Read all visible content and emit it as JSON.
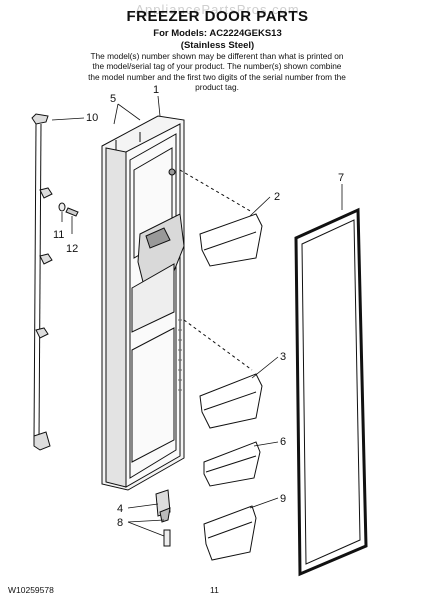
{
  "header": {
    "watermark": "AppliancePartsPros.com",
    "title": "FREEZER DOOR PARTS",
    "models": "For Models: AC2224GEKS13",
    "finish": "(Stainless Steel)",
    "note": "The model(s) number shown may be different than what is printed on the model/serial tag of your product. The number(s) shown combine the model number and the first two digits of the serial number from the product tag."
  },
  "callouts": {
    "c1": "1",
    "c2": "2",
    "c3": "3",
    "c4": "4",
    "c5": "5",
    "c6": "6",
    "c7": "7",
    "c8": "8",
    "c9": "9",
    "c10": "10",
    "c11": "11",
    "c12": "12"
  },
  "footer": {
    "doc_number": "W10259578",
    "page_number": "11"
  }
}
